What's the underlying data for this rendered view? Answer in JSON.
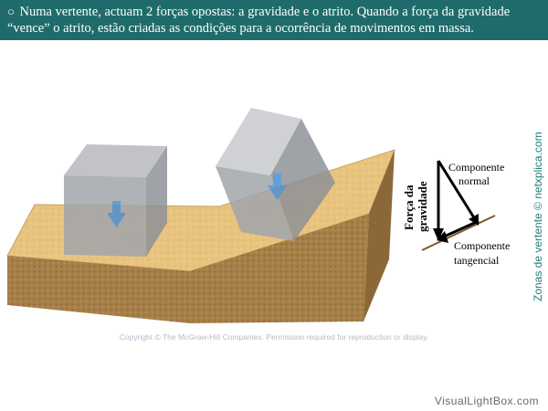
{
  "header": {
    "bullet": "○",
    "line1": "Numa vertente, actuam 2 forças opostas: a gravidade e o atrito. Quando a força da gravidade",
    "line2": "“vence” o atrito, estão criadas as condições para a ocorrência de movimentos em massa."
  },
  "force_diagram": {
    "gravity_label_line1": "Força da",
    "gravity_label_line2": "gravidade",
    "normal_label_line1": "Componente",
    "normal_label_line2": "normal",
    "tangential_label_line1": "Componente",
    "tangential_label_line2": "tangencial"
  },
  "side_credit": "Zonas de vertente © netxplica.com",
  "copyright": "Copyright © The McGraw-Hill Companies. Permission required for reproduction or display.",
  "watermark": "VisualLightBox.com",
  "colors": {
    "header_bg": "#1f6b6b",
    "ground_top": "#e8c07a",
    "ground_side": "#a07a45",
    "cube": "#a9abb1",
    "arrow": "#4a8fd4"
  }
}
